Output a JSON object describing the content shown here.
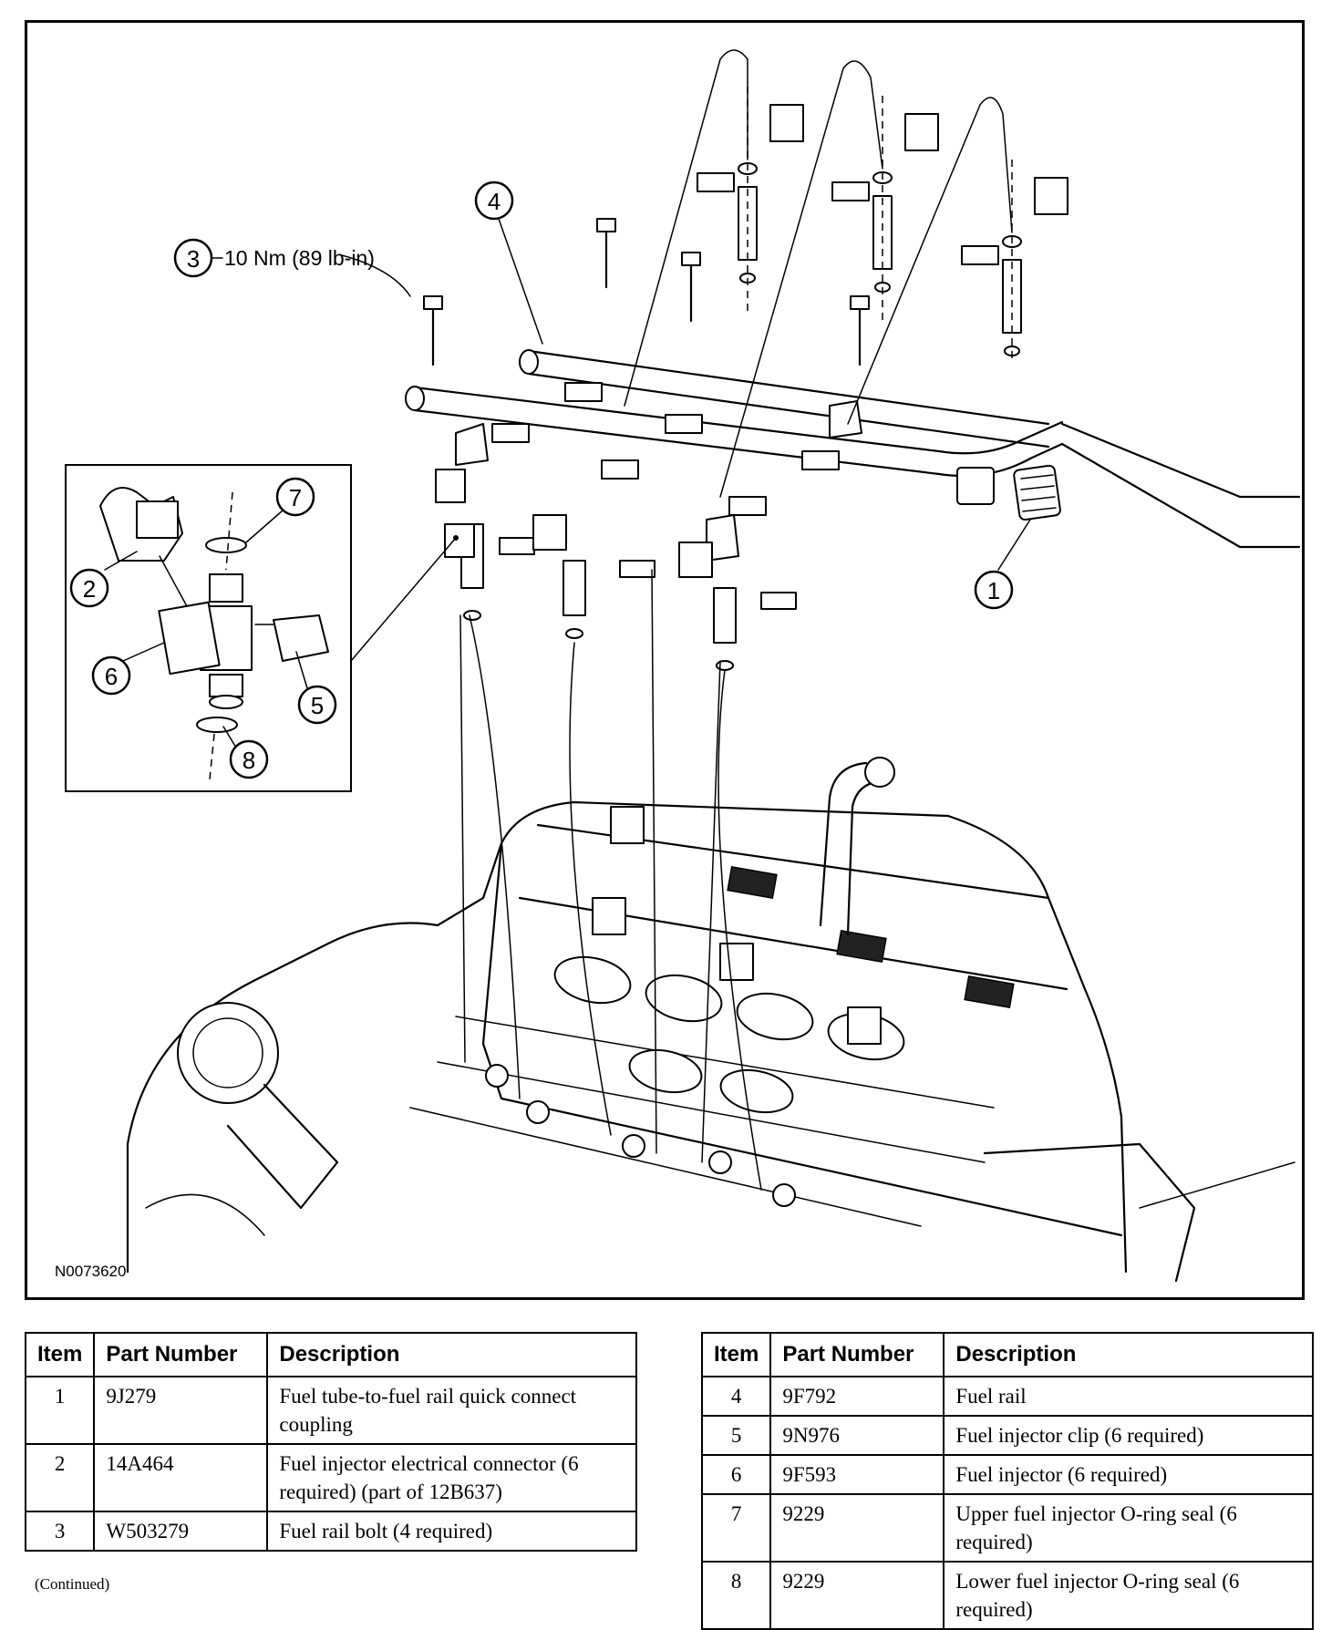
{
  "figure": {
    "id": "N0073620",
    "torque_spec": "10 Nm (89 lb-in)",
    "callouts": [
      "1",
      "2",
      "3",
      "4",
      "5",
      "6",
      "7",
      "8"
    ]
  },
  "tables": {
    "headers": {
      "item": "Item",
      "part_number": "Part Number",
      "description": "Description"
    },
    "left_rows": [
      {
        "item": "1",
        "part_number": "9J279",
        "description": "Fuel tube-to-fuel rail quick connect coupling"
      },
      {
        "item": "2",
        "part_number": "14A464",
        "description": "Fuel injector electrical connector (6 required) (part of 12B637)"
      },
      {
        "item": "3",
        "part_number": "W503279",
        "description": "Fuel rail bolt (4 required)"
      }
    ],
    "right_rows": [
      {
        "item": "4",
        "part_number": "9F792",
        "description": "Fuel rail"
      },
      {
        "item": "5",
        "part_number": "9N976",
        "description": "Fuel injector clip (6 required)"
      },
      {
        "item": "6",
        "part_number": "9F593",
        "description": "Fuel injector (6 required)"
      },
      {
        "item": "7",
        "part_number": "9229",
        "description": "Upper fuel injector O-ring seal (6 required)"
      },
      {
        "item": "8",
        "part_number": "9229",
        "description": "Lower fuel injector O-ring seal (6 required)"
      }
    ],
    "continued_note": "(Continued)"
  }
}
